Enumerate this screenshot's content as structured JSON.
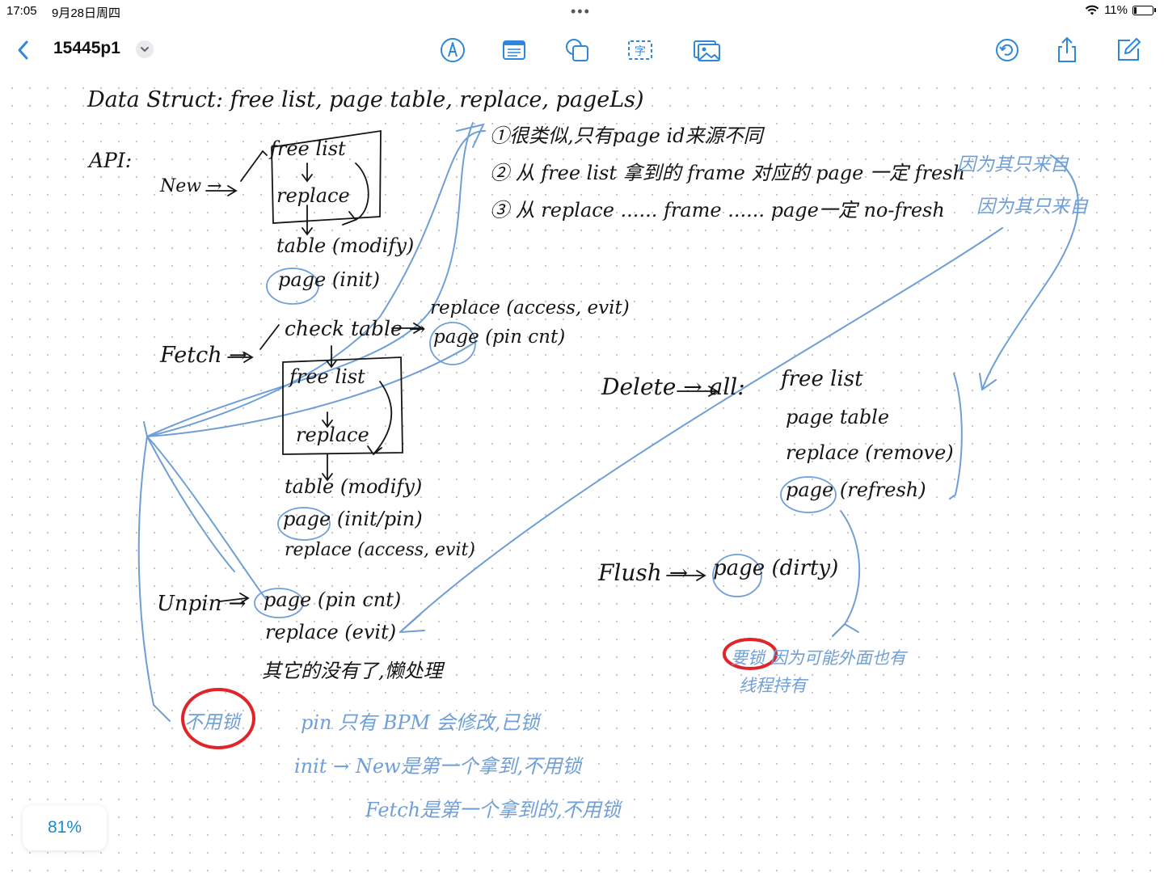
{
  "status_bar": {
    "time": "17:05",
    "date": "9月28日周四",
    "wifi_icon": "wifi-icon",
    "battery_percent": "11%",
    "battery_level": 0.11
  },
  "toolbar": {
    "title": "15445p1",
    "tools": [
      "pen-icon",
      "notes-icon",
      "shapes-icon",
      "text-icon",
      "image-icon"
    ],
    "right_tools": [
      "undo-icon",
      "share-icon",
      "edit-icon"
    ],
    "accent": "#2f87d9"
  },
  "notes": {
    "data_struct": "Data Struct: free list, page table, replace, pageLs)",
    "api": "API:",
    "note1": "①很类似,只有page id来源不同",
    "note2": "② 从 free list 拿到的 frame 对应的 page 一定 fresh",
    "note2_blue": "因为其只来自",
    "note3": "③ 从 replace ...... frame ...... page一定 no-fresh",
    "note3_blue": "因为其只来自",
    "new_label": "New →",
    "new_free_list": "free list",
    "new_replace": "replace",
    "new_table": "table (modify)",
    "new_page": "page (init)",
    "fetch_label": "Fetch →",
    "fetch_check_table": "check table →",
    "fetch_replace_access": "replace (access, evit)",
    "fetch_page_pin": "page (pin cnt)",
    "fetch_free_list": "free list",
    "fetch_replace": "replace",
    "fetch_table": "table (modify)",
    "fetch_page_init": "page (init/pin)",
    "fetch_replace_evit": "replace (access, evit)",
    "unpin_label": "Unpin →",
    "unpin_page": "page (pin cnt)",
    "unpin_replace": "replace (evit)",
    "unpin_lazy": "其它的没有了,懒处理",
    "delete_label": "Delete → all:",
    "delete_free_list": "free list",
    "delete_page_table": "page table",
    "delete_replace": "replace (remove)",
    "delete_page": "page (refresh)",
    "flush_label": "Flush →",
    "flush_page": "page (dirty)",
    "lock_note": "要锁 因为可能外面也有",
    "lock_note2": "线程持有",
    "no_lock": "不用锁",
    "pin_note": "pin 只有 BPM 会修改,已锁",
    "init_note": "init → New是第一个拿到,不用锁",
    "fetch_note": "Fetch是第一个拿到的,不用锁"
  },
  "colors": {
    "ink_black": "#151515",
    "ink_blue": "#6f9fd6",
    "ink_red": "#e0242a",
    "dot_grid": "#c9c9c9"
  },
  "zoom": {
    "label": "81%",
    "value": 81
  }
}
